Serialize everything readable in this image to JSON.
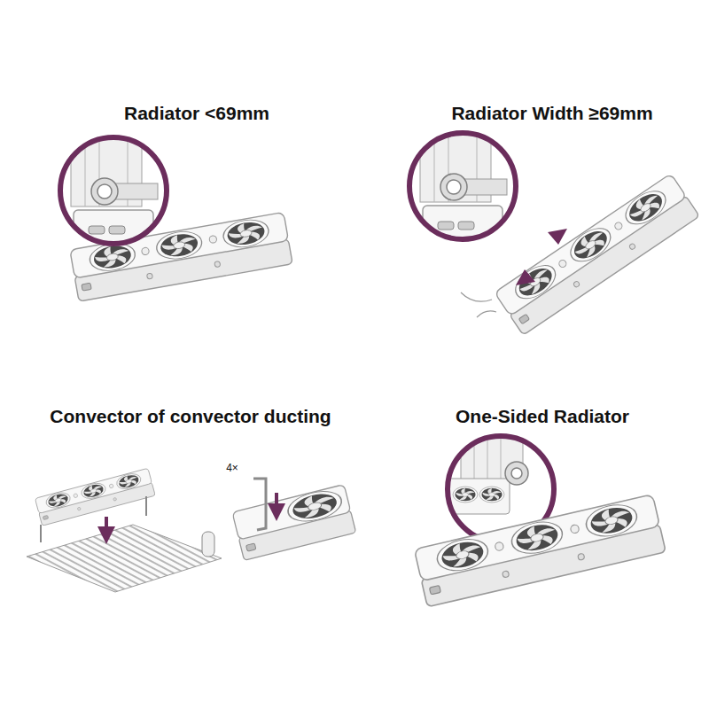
{
  "diagram": {
    "labels": [
      "Radiator <69mm",
      "Radiator Width ≥69mm",
      "Convector of convector ducting",
      "One-Sided Radiator",
      "4×"
    ]
  }
}
